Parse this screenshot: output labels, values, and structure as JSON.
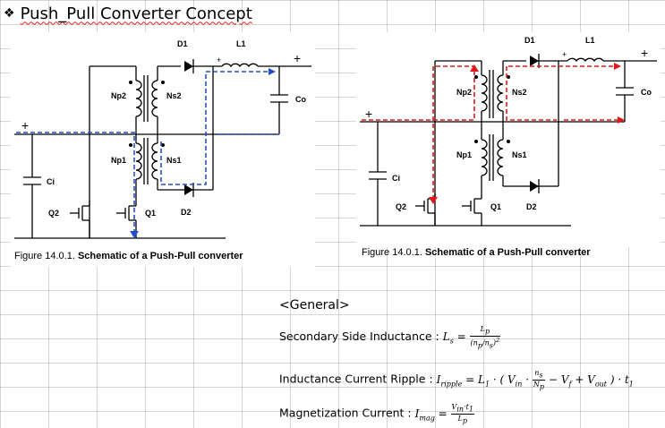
{
  "title": {
    "bullet": "❖",
    "text": "Push_Pull Converter Concept"
  },
  "figure_left": {
    "labels": {
      "d1": "D1",
      "l1": "L1",
      "np2": "Np2",
      "ns2": "Ns2",
      "np1": "Np1",
      "ns1": "Ns1",
      "co": "Co",
      "ci": "Ci",
      "q2": "Q2",
      "q1": "Q1",
      "d2": "D2",
      "plus_in": "+",
      "plus_out": "+",
      "plus_l": "+"
    },
    "caption_prefix": "Figure 14.0.1. ",
    "caption_bold": "Schematic of a Push-Pull converter",
    "current_path_color": "#1f4fc8"
  },
  "figure_right": {
    "labels": {
      "d1": "D1",
      "l1": "L1",
      "np2": "Np2",
      "ns2": "Ns2",
      "np1": "Np1",
      "ns1": "Ns1",
      "co": "Co",
      "ci": "Ci",
      "q2": "Q2",
      "q1": "Q1",
      "d2": "D2",
      "plus_in": "+",
      "plus_out": "+",
      "plus_l": "+"
    },
    "caption_prefix": "Figure 14.0.1. ",
    "caption_bold": "Schematic of a Push-Pull converter",
    "current_path_color": "#e01818"
  },
  "general": {
    "heading": "<General>",
    "secondary_label": "Secondary Side Inductance :",
    "ripple_label": "Inductance Current Ripple :",
    "mag_label": "Magnetization Current :"
  }
}
